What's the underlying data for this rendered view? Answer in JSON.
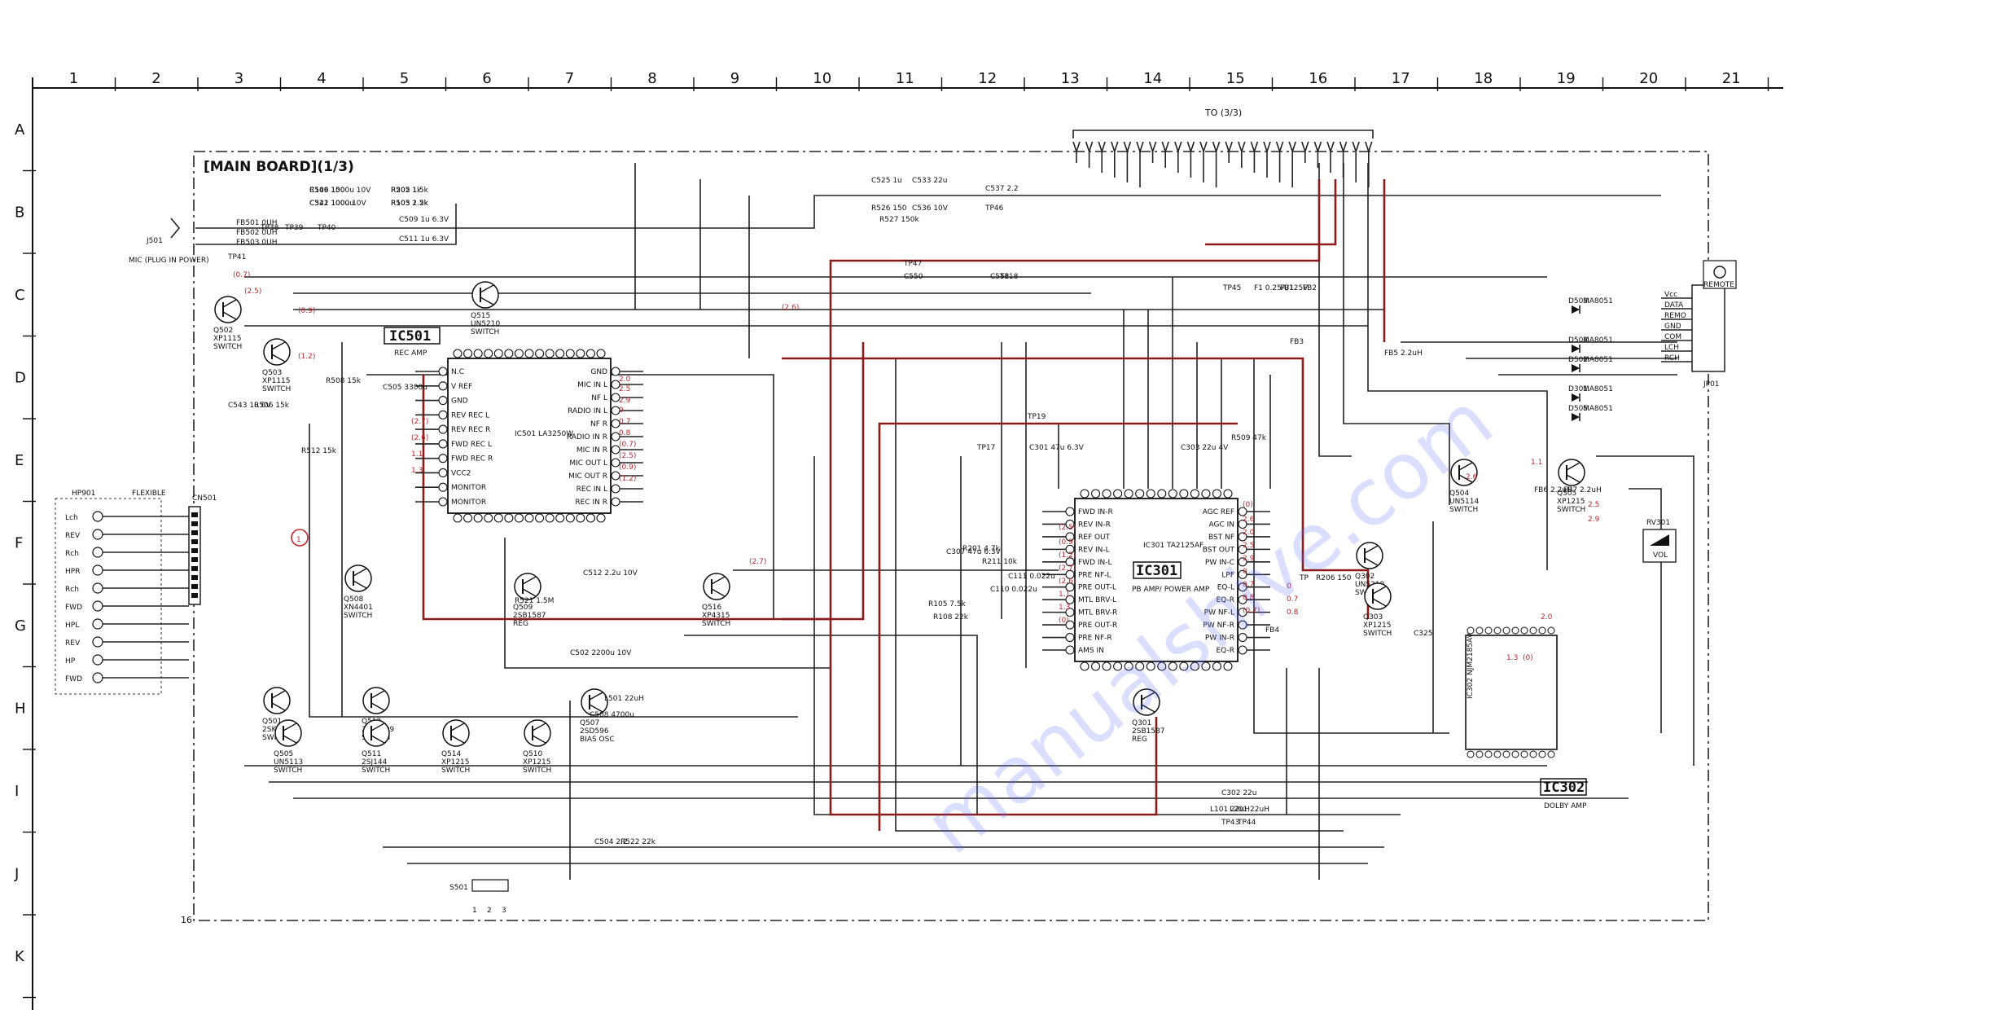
{
  "sheet": {
    "title": "[MAIN BOARD](1/3)",
    "columns": [
      "1",
      "2",
      "3",
      "4",
      "5",
      "6",
      "7",
      "8",
      "9",
      "10",
      "11",
      "12",
      "13",
      "14",
      "15",
      "16",
      "17",
      "18",
      "19",
      "20",
      "21"
    ],
    "rows": [
      "A",
      "B",
      "C",
      "D",
      "E",
      "F",
      "G",
      "H",
      "I",
      "J",
      "K"
    ],
    "page_number": "16",
    "to_label": "TO (3/3)",
    "watermark": "manualshive.com"
  },
  "ics": {
    "ic501": {
      "ref": "IC501",
      "desc": "REC AMP",
      "part": "IC501 LA3250W",
      "left_pins": [
        "N.C",
        "V REF",
        "GND",
        "REV REC L",
        "REV REC R",
        "FWD REC L",
        "FWD REC R",
        "VCC2",
        "MONITOR",
        "MONITOR"
      ],
      "right_pins": [
        "GND",
        "MIC IN L",
        "NF L",
        "RADIO IN L",
        "NF R",
        "RADIO IN R",
        "MIC IN R",
        "MIC OUT L",
        "MIC OUT R",
        "REC IN L",
        "REC IN R"
      ]
    },
    "ic301": {
      "ref": "IC301",
      "desc": "PB AMP/ POWER AMP",
      "part": "IC301 TA2125AF",
      "left_pins": [
        "FWD IN-R",
        "REV IN-R",
        "REF OUT",
        "REV IN-L",
        "FWD IN-L",
        "PRE NF-L",
        "PRE OUT-L",
        "MTL BRV-L",
        "MTL BRV-R",
        "PRE OUT-R",
        "PRE NF-R",
        "AMS IN"
      ],
      "right_pins": [
        "AGC REF",
        "AGC IN",
        "BST NF",
        "BST OUT",
        "PW IN-C",
        "LPF",
        "EQ-L",
        "EQ-R",
        "PW NF-L",
        "PW NF-R",
        "PW IN-R",
        "EQ-R"
      ]
    },
    "ic302": {
      "ref": "IC302",
      "desc": "DOLBY AMP",
      "part": "IC302 NJM2185AV"
    }
  },
  "transistors": [
    {
      "ref": "Q502",
      "part": "XP1115",
      "role": "SWITCH"
    },
    {
      "ref": "Q503",
      "part": "XP1115",
      "role": "SWITCH"
    },
    {
      "ref": "Q515",
      "part": "UN5210",
      "role": "SWITCH"
    },
    {
      "ref": "Q508",
      "part": "XN4401",
      "role": "SWITCH"
    },
    {
      "ref": "Q509",
      "part": "2SB1587",
      "role": "REG"
    },
    {
      "ref": "Q516",
      "part": "XP4315",
      "role": "SWITCH"
    },
    {
      "ref": "Q501",
      "part": "2SK2009",
      "role": "SWITCH"
    },
    {
      "ref": "Q512",
      "part": "2SK2009",
      "role": "SWITCH"
    },
    {
      "ref": "Q505",
      "part": "UN5113",
      "role": "SWITCH"
    },
    {
      "ref": "Q511",
      "part": "2SJ144",
      "role": "SWITCH"
    },
    {
      "ref": "Q514",
      "part": "XP1215",
      "role": "SWITCH"
    },
    {
      "ref": "Q510",
      "part": "XP1215",
      "role": "SWITCH"
    },
    {
      "ref": "Q507",
      "part": "2SD596",
      "role": "BIAS OSC"
    },
    {
      "ref": "Q301",
      "part": "2SB1587",
      "role": "REG"
    },
    {
      "ref": "Q504",
      "part": "UN5114",
      "role": "SWITCH"
    },
    {
      "ref": "Q305",
      "part": "XP1215",
      "role": "SWITCH"
    },
    {
      "ref": "Q302",
      "part": "UN5210",
      "role": "SWITCH"
    },
    {
      "ref": "Q303",
      "part": "XP1215",
      "role": "SWITCH"
    }
  ],
  "connectors": {
    "j501": {
      "ref": "J501",
      "desc": "MIC (PLUG IN POWER)"
    },
    "hp901": {
      "ref": "HP901",
      "desc": "FLEXIBLE",
      "pins": [
        "Lch",
        "REV",
        "Rch",
        "HPR",
        "Rch",
        "FWD",
        "HPL",
        "REV",
        "HP",
        "FWD"
      ]
    },
    "cn501": {
      "ref": "CN501"
    },
    "jp01": {
      "ref": "JP01",
      "desc": "REMOTE",
      "pins": [
        "Vcc",
        "DATA",
        "REMO",
        "GND",
        "COM",
        "LCH",
        "RCH"
      ]
    },
    "s501": {
      "ref": "S501",
      "positions": [
        "1",
        "2",
        "3"
      ]
    },
    "rv301": {
      "ref": "RV301",
      "desc": "VOL"
    }
  },
  "diodes": [
    {
      "ref": "D503",
      "part": "MA8051"
    },
    {
      "ref": "D504",
      "part": "MA8051"
    },
    {
      "ref": "D502",
      "part": "MA8051"
    },
    {
      "ref": "D301",
      "part": "MA8051"
    },
    {
      "ref": "D505",
      "part": "MA8051"
    }
  ],
  "parts_notes": [
    "C549 1000u 10V",
    "C541 100u 10V",
    "R502 1k",
    "R503 2.2k",
    "C509 1u 6.3V",
    "C511 1u 6.3V",
    "FB501 0UH",
    "FB502 0UH",
    "FB503 0UH",
    "TP38",
    "TP39",
    "TP40",
    "TP41",
    "C543 1u 6V",
    "R506 15k",
    "R508 15k",
    "R512 15k",
    "C505 3300u",
    "C512 2.2u 10V",
    "R521 1.5M",
    "C502 2200u 10V",
    "L501 22uH",
    "C508 4700u",
    "C504 2.2",
    "R522 22k",
    "C525 1u",
    "C533 22u",
    "R526 150",
    "C536 10V",
    "R527 150k",
    "C537 2.2",
    "TP46",
    "TP47",
    "C550",
    "C551",
    "TP18",
    "TP19",
    "R509 47k",
    "TP17",
    "C301 47u 6.3V",
    "C303 22u 4V",
    "C307 47u 6.3V",
    "R201 4.7k",
    "R211 10k",
    "C111 0.022u",
    "C110 0.022u",
    "R105 7.5k",
    "R108 22k",
    "C302 22u",
    "L201 22uH",
    "L101 22uH",
    "TP43",
    "TP44",
    "TP45",
    "F1 0.25A/125V",
    "FB1",
    "FB2",
    "FB3",
    "FB4",
    "FB5 2.2uH",
    "FB6 2.2uH",
    "FB7 2.2uH",
    "C325",
    "TP",
    "R206 150",
    "R106 150",
    "C322 1000u",
    "R205 1.5k",
    "R105 1.5k"
  ],
  "voltages": [
    "2.0",
    "2.5",
    "2.9",
    "0",
    "0.7",
    "0.8",
    "(0.7)",
    "(2.5)",
    "(0.9)",
    "(1.2)",
    "(2.7)",
    "(2.6)",
    "1.1",
    "1.3",
    "(0)",
    "2.6"
  ],
  "colors": {
    "wire": "#222222",
    "highlight": "#8b1a1a",
    "voltage": "#c0272d",
    "watermark": "#5b6cff",
    "grid": "#111111"
  }
}
